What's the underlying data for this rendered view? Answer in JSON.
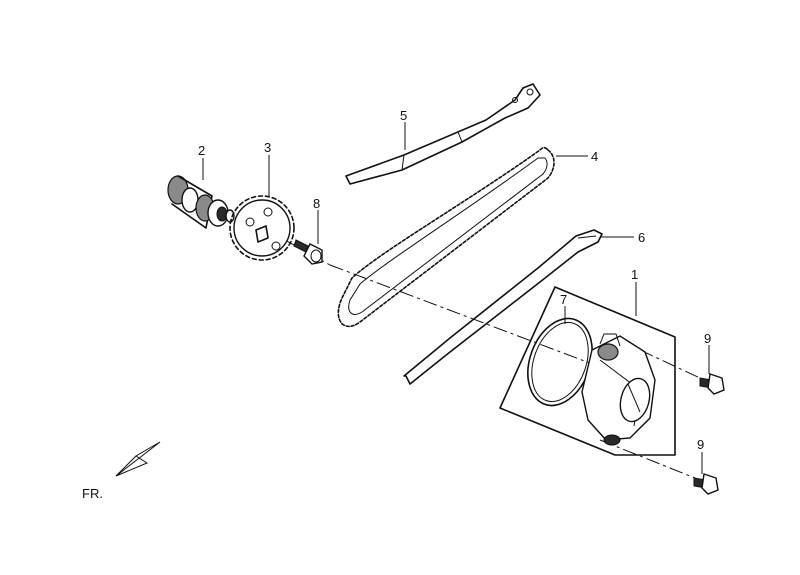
{
  "callouts": [
    {
      "id": "c1",
      "text": "1"
    },
    {
      "id": "c2",
      "text": "2"
    },
    {
      "id": "c3",
      "text": "3"
    },
    {
      "id": "c4",
      "text": "4"
    },
    {
      "id": "c5",
      "text": "5"
    },
    {
      "id": "c6",
      "text": "6"
    },
    {
      "id": "c7",
      "text": "7"
    },
    {
      "id": "c8",
      "text": "8"
    },
    {
      "id": "c9a",
      "text": "9"
    },
    {
      "id": "c9b",
      "text": "9"
    }
  ],
  "direction_label": "FR."
}
